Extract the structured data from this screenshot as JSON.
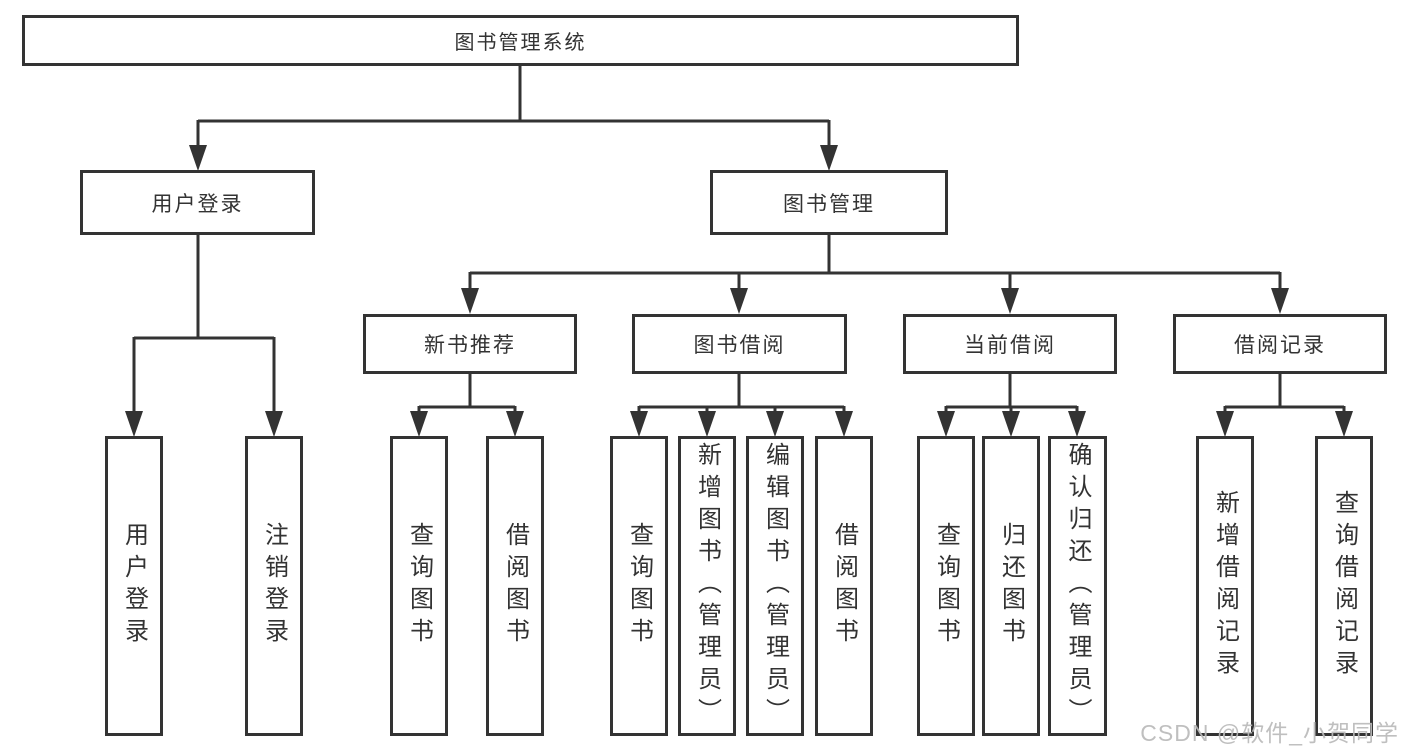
{
  "diagram": {
    "root": "图书管理系统",
    "branches": [
      {
        "label": "用户登录",
        "children": [
          {
            "label": "用户登录"
          },
          {
            "label": "注销登录"
          }
        ]
      },
      {
        "label": "图书管理",
        "children": [
          {
            "label": "新书推荐",
            "children": [
              {
                "label": "查询图书"
              },
              {
                "label": "借阅图书"
              }
            ]
          },
          {
            "label": "图书借阅",
            "children": [
              {
                "label": "查询图书"
              },
              {
                "label": "新增图书（管理员）"
              },
              {
                "label": "编辑图书（管理员）"
              },
              {
                "label": "借阅图书"
              }
            ]
          },
          {
            "label": "当前借阅",
            "children": [
              {
                "label": "查询图书"
              },
              {
                "label": "归还图书"
              },
              {
                "label": "确认归还（管理员）"
              }
            ]
          },
          {
            "label": "借阅记录",
            "children": [
              {
                "label": "新增借阅记录"
              },
              {
                "label": "查询借阅记录"
              }
            ]
          }
        ]
      }
    ],
    "watermark": "CSDN @软件_小贺同学",
    "colors": {
      "line": "#333333",
      "box_border": "#333333",
      "box_background": "#ffffff",
      "text": "#333333",
      "watermark": "#bababa"
    }
  }
}
